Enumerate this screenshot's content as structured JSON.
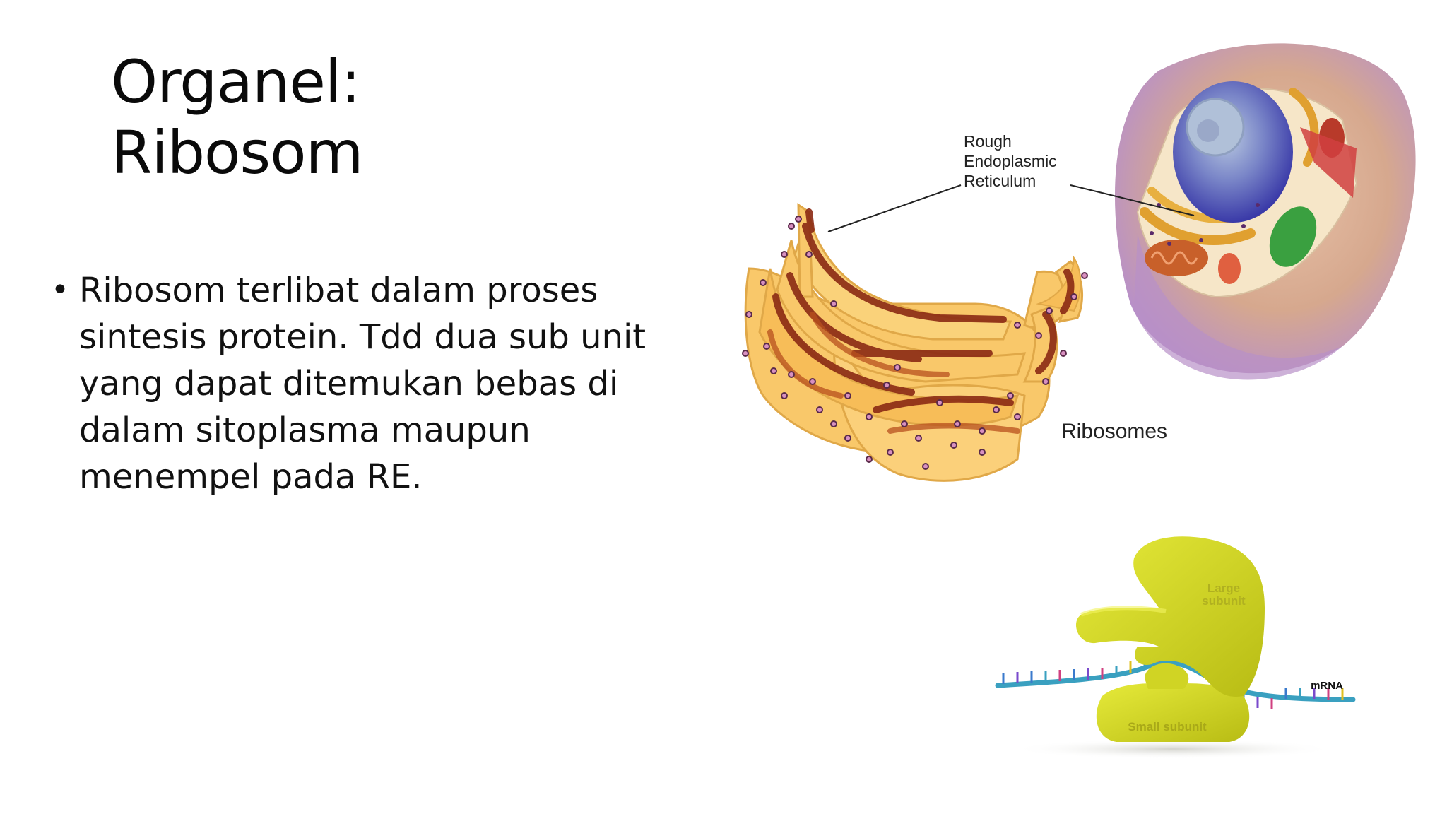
{
  "slide": {
    "title_line1": "Organel:",
    "title_line2": "Ribosom",
    "bullets": [
      "Ribosom terlibat dalam proses sintesis protein. Tdd dua sub unit yang dapat ditemukan bebas di dalam sitoplasma maupun menempel pada RE."
    ]
  },
  "figure_er": {
    "label_rer_1": "Rough",
    "label_rer_2": "Endoplasmic",
    "label_rer_3": "Reticulum",
    "label_ribosomes": "Ribosomes"
  },
  "figure_ribosome": {
    "label_large_1": "Large",
    "label_large_2": "subunit",
    "label_small": "Small subunit",
    "label_mrna": "mRNA"
  },
  "colors": {
    "er_fill": "#f9c86a",
    "er_stripe": "#8b2a14",
    "ribosome_dot": "#7a3a6a",
    "cell_outer": "#c8a0c8",
    "nucleus": "#4a4ab0",
    "ribosome_body": "#d8dc2a",
    "mrna": "#3aa0c0"
  }
}
